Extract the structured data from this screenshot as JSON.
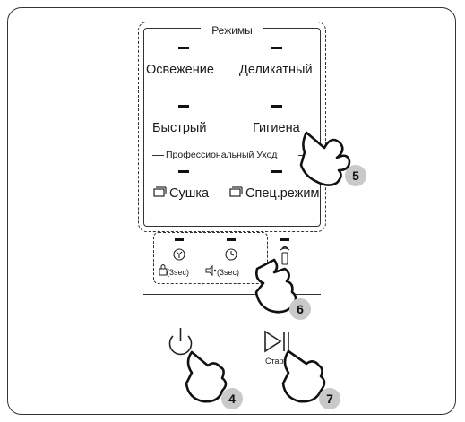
{
  "modes": {
    "title": "Режимы",
    "items": [
      "Освежение",
      "Деликатный",
      "Быстрый",
      "Гигиена"
    ]
  },
  "professional": {
    "title": "Профессиональный Уход",
    "items": [
      "Сушка",
      "Спец.режим"
    ]
  },
  "sub_buttons": {
    "lock_label": "(3sec)",
    "timer_label": "(3sec)"
  },
  "start_label": "Старт",
  "callouts": [
    "5",
    "6",
    "4",
    "7"
  ],
  "colors": {
    "badge": "#c9c9c9",
    "line": "#333333"
  }
}
